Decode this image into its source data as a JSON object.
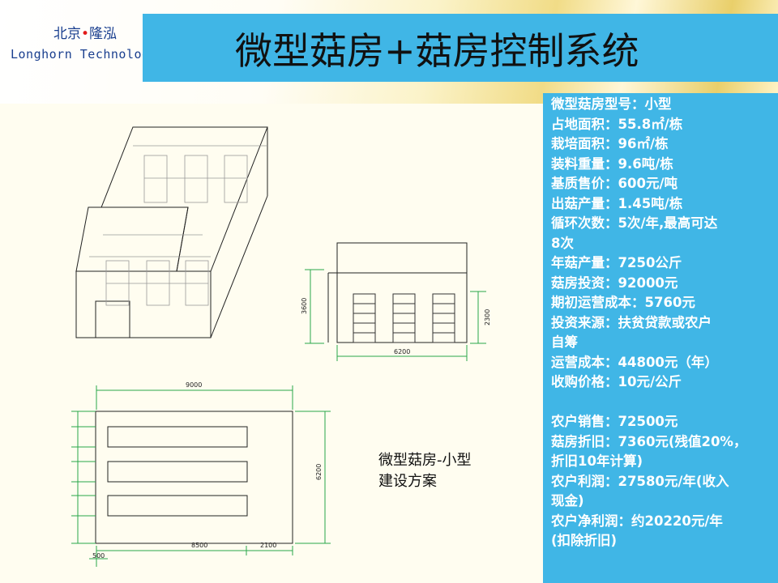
{
  "logo": {
    "cn_left": "北京",
    "cn_dot": "•",
    "cn_right": "隆泓",
    "en": "Longhorn Technology"
  },
  "title": "微型菇房+菇房控制系统",
  "specs": [
    "微型菇房型号：小型",
    "占地面积：55.8㎡/栋",
    "栽培面积：96㎡/栋",
    "装料重量：9.6吨/栋",
    "基质售价：600元/吨",
    "出菇产量：1.45吨/栋",
    "循环次数：5次/年,最高可达",
    "8次",
    "年菇产量：7250公斤",
    "菇房投资：92000元",
    "期初运营成本：5760元",
    "投资来源：扶贫贷款或农户",
    "自筹",
    "运营成本：44800元（年）",
    "收购价格：10元/公斤",
    "",
    "农户销售：72500元",
    "菇房折旧：7360元(残值20%，",
    "折旧10年计算)",
    "农户利润：27580元/年(收入",
    "现金)",
    "农户净利润：约20220元/年",
    "(扣除折旧)"
  ],
  "drawing": {
    "dims": {
      "height_total": "3600",
      "height_wall": "2300",
      "front_width": "6200",
      "plan_length": "9000",
      "plan_width": "6200",
      "plan_seg_a": "8500",
      "plan_seg_b": "2100",
      "plan_offset": "500"
    },
    "caption_line1": "微型菇房-小型",
    "caption_line2": "建设方案"
  },
  "colors": {
    "accent": "#40b6e6",
    "dim_green": "#2aa84a",
    "background": "#fffdf0"
  }
}
